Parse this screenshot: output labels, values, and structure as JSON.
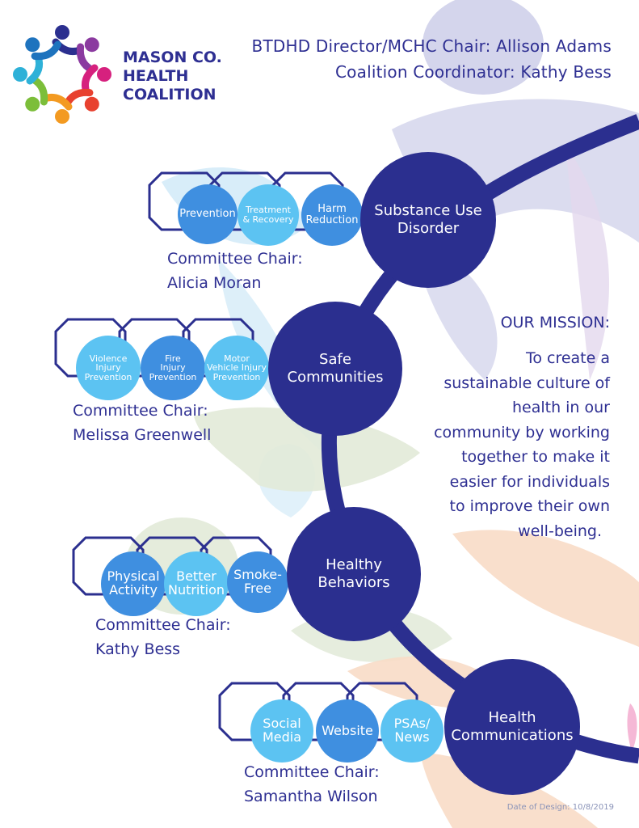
{
  "logo": {
    "line1": "MASON CO.",
    "line2": "HEALTH",
    "line3": "COALITION"
  },
  "header": {
    "director": "BTDHD Director/MCHC Chair: Allison Adams",
    "coordinator": "Coalition Coordinator: Kathy Bess"
  },
  "mission": {
    "heading": "OUR MISSION:",
    "lines": [
      "To create a",
      "sustainable culture of",
      "health in our",
      "community by working",
      "together to make it",
      "easier for individuals",
      "to improve their own",
      "well-being."
    ]
  },
  "committees": [
    {
      "name_lines": [
        "Substance Use",
        "Disorder"
      ],
      "areas": [
        {
          "lines": [
            "Prevention"
          ]
        },
        {
          "lines": [
            "Treatment",
            "& Recovery"
          ]
        },
        {
          "lines": [
            "Harm",
            "Reduction"
          ]
        }
      ],
      "chair_label": "Committee Chair:",
      "chair_name": "Alicia Moran"
    },
    {
      "name_lines": [
        "Safe",
        "Communities"
      ],
      "areas": [
        {
          "lines": [
            "Violence",
            "Injury",
            "Prevention"
          ]
        },
        {
          "lines": [
            "Fire",
            "Injury",
            "Prevention"
          ]
        },
        {
          "lines": [
            "Motor",
            "Vehicle Injury",
            "Prevention"
          ]
        }
      ],
      "chair_label": "Committee Chair:",
      "chair_name": "Melissa Greenwell"
    },
    {
      "name_lines": [
        "Healthy",
        "Behaviors"
      ],
      "areas": [
        {
          "lines": [
            "Physical",
            "Activity"
          ]
        },
        {
          "lines": [
            "Better",
            "Nutrition"
          ]
        },
        {
          "lines": [
            "Smoke-",
            "Free"
          ]
        }
      ],
      "chair_label": "Committee Chair:",
      "chair_name": "Kathy Bess"
    },
    {
      "name_lines": [
        "Health",
        "Communications"
      ],
      "areas": [
        {
          "lines": [
            "Social",
            "Media"
          ]
        },
        {
          "lines": [
            "Website"
          ]
        },
        {
          "lines": [
            "PSAs/",
            "News"
          ]
        }
      ],
      "chair_label": "Committee Chair:",
      "chair_name": "Samantha Wilson"
    }
  ],
  "footer": {
    "design_date": "Date of Design: 10/8/2019"
  },
  "colors": {
    "navy": "#2b2f8f",
    "mid_blue": "#3f8fe0",
    "light_blue": "#5cc3f2",
    "bg_lavender": "#cfd0ea",
    "bg_light_blue": "#d4ebf8",
    "bg_sage": "#e2ead8",
    "bg_peach": "#f8dcc7"
  }
}
